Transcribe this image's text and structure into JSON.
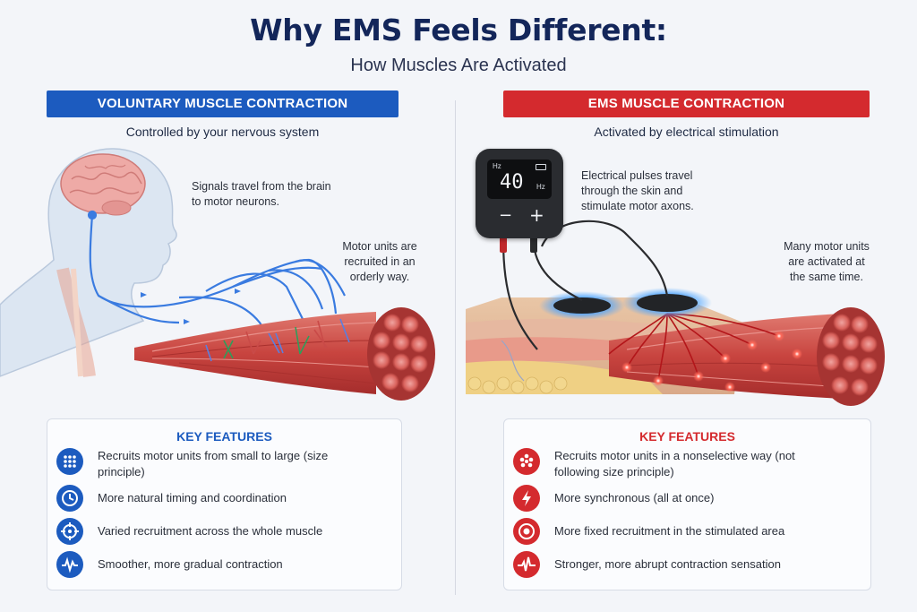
{
  "header": {
    "title": "Why EMS Feels Different:",
    "subtitle": "How Muscles Are Activated"
  },
  "left": {
    "banner": "VOLUNTARY MUSCLE CONTRACTION",
    "tagline": "Controlled by your nervous system",
    "note_signals": "Signals travel from the brain to motor neurons.",
    "note_recruited": "Motor units are recruited in an orderly way.",
    "features_title": "KEY FEATURES",
    "features": [
      {
        "icon": "dots-grid-icon",
        "text": "Recruits motor units from small to large (size principle)"
      },
      {
        "icon": "clock-icon",
        "text": "More natural timing and coordination"
      },
      {
        "icon": "crosshair-icon",
        "text": "Varied recruitment across the whole muscle"
      },
      {
        "icon": "pulse-wave-icon",
        "text": "Smoother, more gradual contraction"
      }
    ]
  },
  "right": {
    "banner": "EMS MUSCLE CONTRACTION",
    "tagline": "Activated by electrical stimulation",
    "note_pulses": "Electrical pulses travel through the skin and stimulate motor axons.",
    "note_many": "Many motor units are activated at the same time.",
    "device": {
      "unit_top": "Hz",
      "value": "40",
      "unit": "Hz",
      "minus": "−",
      "plus": "+"
    },
    "features_title": "KEY FEATURES",
    "features": [
      {
        "icon": "dots-cluster-icon",
        "text": "Recruits motor units in a nonselective way (not following size principle)"
      },
      {
        "icon": "lightning-icon",
        "text": "More synchronous (all at once)"
      },
      {
        "icon": "target-icon",
        "text": "More fixed recruitment in the stimulated area"
      },
      {
        "icon": "ecg-icon",
        "text": "Stronger, more abrupt contraction sensation"
      }
    ]
  },
  "colors": {
    "voluntary_blue": "#1c5bbf",
    "ems_red": "#d42a2e",
    "title_navy": "#13265a",
    "muscle_red": "#c8443f"
  }
}
